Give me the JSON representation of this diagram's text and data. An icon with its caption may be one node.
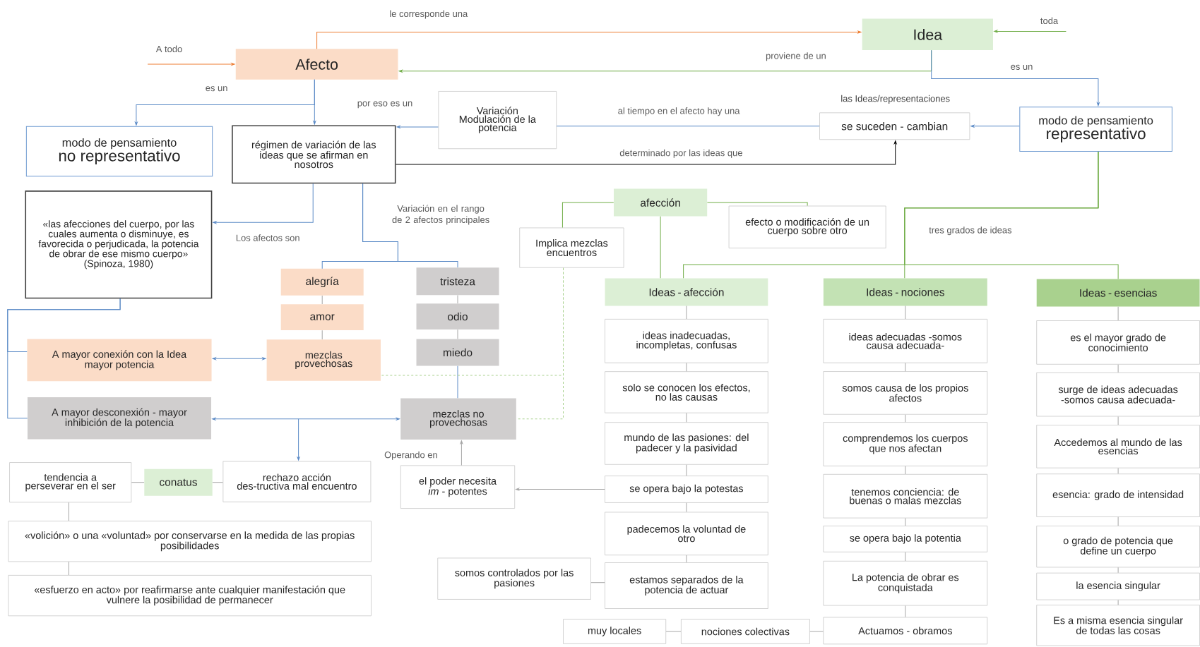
{
  "diagram": {
    "nodes": [
      {
        "text": [
          "Afecto"
        ]
      },
      {
        "text": [
          "Idea"
        ]
      },
      {
        "text": [
          "modo de pensamiento",
          "no representativo"
        ]
      },
      {
        "text": [
          "régimen de variación de las ideas que se afirman en nosotros"
        ]
      },
      {
        "text": [
          "Variación Modulación de la potencia"
        ]
      },
      {
        "text": [
          "se suceden - cambian"
        ],
        "beside": [
          "las Ideas/representaciones"
        ]
      },
      {
        "text": [
          "modo de pensamiento",
          "representativo"
        ]
      },
      {
        "text": [
          "«las afecciones del cuerpo, por las cuales aumenta o disminuye, es favorecida o perjudicada, la potencia de obrar de ese mismo cuerpo»",
          "(Spinoza, 1980)"
        ]
      },
      {
        "text": [
          "afección"
        ]
      },
      {
        "text": [
          "efecto o modificación de un cuerpo sobre otro"
        ]
      },
      {
        "text": [
          "Implica mezclas encuentros"
        ]
      },
      {
        "text": [
          "alegría"
        ]
      },
      {
        "text": [
          "amor"
        ]
      },
      {
        "text": [
          "mezclas provechosas"
        ]
      },
      {
        "text": [
          "tristeza"
        ]
      },
      {
        "text": [
          "odio"
        ]
      },
      {
        "text": [
          "miedo"
        ]
      },
      {
        "text": [
          "A mayor conexión con la Idea mayor potencia"
        ]
      },
      {
        "text": [
          "A mayor desconexión - mayor inhibición de la potencia"
        ]
      },
      {
        "text": [
          "mezclas no provechosas"
        ]
      },
      {
        "text": [
          "Ideas - afección"
        ]
      },
      {
        "text": [
          "Ideas - nociones"
        ]
      },
      {
        "text": [
          "Ideas - esencias"
        ]
      },
      {
        "text": [
          "ideas inadecuadas, incompletas, confusas"
        ]
      },
      {
        "text": [
          "solo se conocen los efectos, no las causas"
        ]
      },
      {
        "text": [
          "mundo de las pasiones: del padecer y la pasividad"
        ]
      },
      {
        "text": [
          "se opera bajo la potestas"
        ]
      },
      {
        "text": [
          "padecemos la voluntad de otro"
        ]
      },
      {
        "text": [
          "estamos separados de la potencia de actuar"
        ]
      },
      {
        "text": [
          "ideas adecuadas -somos causa adecuada-"
        ]
      },
      {
        "text": [
          "somos causa de los propios afectos"
        ]
      },
      {
        "text": [
          "comprendemos los cuerpos que nos afectan"
        ]
      },
      {
        "text": [
          "tenemos conciencia: de buenas o malas mezclas"
        ]
      },
      {
        "text": [
          "se opera bajo la potentia"
        ]
      },
      {
        "text": [
          "La potencia de obrar es conquistada"
        ]
      },
      {
        "text": [
          "Actuamos - obramos"
        ]
      },
      {
        "text": [
          "es el mayor grado de conocimiento"
        ]
      },
      {
        "text": [
          "surge de ideas adecuadas -somos causa adecuada-"
        ]
      },
      {
        "text": [
          "Accedemos al mundo de las esencias"
        ]
      },
      {
        "text": [
          "esencia: grado de intensidad"
        ]
      },
      {
        "text": [
          "o grado de potencia que define un cuerpo"
        ]
      },
      {
        "text": [
          "la esencia singular"
        ]
      },
      {
        "text": [
          "Es a misma esencia singular de todas las cosas"
        ]
      },
      {
        "text": [
          "somos controlados por las pasiones"
        ]
      },
      {
        "text": [
          "el poder necesita *im* - potentes"
        ]
      },
      {
        "text": [
          "muy locales"
        ]
      },
      {
        "text": [
          "nociones colectivas"
        ]
      },
      {
        "text": [
          "tendencia a perseverar en el ser"
        ]
      },
      {
        "text": [
          "conatus"
        ]
      },
      {
        "text": [
          "rechazo acción des-tructiva mal encuentro"
        ]
      },
      {
        "text": [
          "«volición» o una «voluntad» por conservarse en la medida de las propias posibilidades"
        ]
      },
      {
        "text": [
          "«esfuerzo en acto» por reafirmarse ante cualquier manifestación que vulnere la posibilidad de permanecer"
        ]
      }
    ],
    "edges": [
      {
        "from": 0,
        "to": 1,
        "arrow": "to",
        "label": "le corresponde una",
        "color": "#ed7d31"
      },
      {
        "from": null,
        "to": 0,
        "arrow": "to",
        "label": "A todo",
        "color": "#ed7d31"
      },
      {
        "from": null,
        "to": 1,
        "arrow": "to",
        "label": "toda",
        "color": "#70ad47"
      },
      {
        "from": 1,
        "to": 0,
        "arrow": "to",
        "label": "proviene de un",
        "color": "#70ad47"
      },
      {
        "from": 1,
        "to": 6,
        "arrow": "to",
        "label": "es un",
        "color": "#5b8ac6"
      },
      {
        "from": 0,
        "to": 2,
        "arrow": "to",
        "label": "es un",
        "color": "#5b8ac6"
      },
      {
        "from": 0,
        "to": 3,
        "arrow": "to",
        "color": "#5b8ac6"
      },
      {
        "from": 4,
        "to": 3,
        "arrow": "to",
        "label": "por eso es un",
        "color": "#5b8ac6"
      },
      {
        "from": 5,
        "to": 4,
        "arrow": "none",
        "label": "al tiempo en el afecto hay una",
        "color": "#5b8ac6"
      },
      {
        "from": 6,
        "to": 5,
        "arrow": "to",
        "color": "#5b8ac6"
      },
      {
        "from": 3,
        "to": 5,
        "arrow": "to",
        "label": "determinado por las ideas que",
        "color": "#000000"
      },
      {
        "from": 3,
        "to": 7,
        "arrow": "to",
        "label": "Los afectos son",
        "color": "#5b8ac6"
      },
      {
        "from": 3,
        "to": 11,
        "arrow": "none",
        "label": "Variación en el rango de 2 afectos principales",
        "color": "#5b8ac6"
      },
      {
        "from": 3,
        "to": 14,
        "arrow": "none",
        "color": "#5b8ac6"
      },
      {
        "from": 11,
        "to": 12,
        "arrow": "none"
      },
      {
        "from": 12,
        "to": 13,
        "arrow": "none"
      },
      {
        "from": 14,
        "to": 15,
        "arrow": "none"
      },
      {
        "from": 15,
        "to": 16,
        "arrow": "none"
      },
      {
        "from": 16,
        "to": 19,
        "arrow": "none",
        "color": "#5b8ac6"
      },
      {
        "from": 7,
        "to": 17,
        "arrow": "none",
        "color": "#5b8ac6"
      },
      {
        "from": 7,
        "to": 18,
        "arrow": "none",
        "color": "#5b8ac6"
      },
      {
        "from": 17,
        "to": 13,
        "arrow": "both",
        "color": "#5b8ac6"
      },
      {
        "from": 18,
        "to": 19,
        "arrow": "both",
        "color": "#5b8ac6"
      },
      {
        "from": null,
        "to": 49,
        "arrow": "to",
        "color": "#5b8ac6"
      },
      {
        "from": 47,
        "to": 48,
        "arrow": "none"
      },
      {
        "from": 48,
        "to": 49,
        "arrow": "none"
      },
      {
        "from": 47,
        "to": 50,
        "arrow": "none"
      },
      {
        "from": 50,
        "to": 51,
        "arrow": "none"
      },
      {
        "from": 44,
        "to": 19,
        "arrow": "to",
        "label": "Operando en"
      },
      {
        "from": 26,
        "to": 44,
        "arrow": "to"
      },
      {
        "from": 43,
        "to": 28,
        "arrow": "none"
      },
      {
        "from": 45,
        "to": 46,
        "arrow": "none"
      },
      {
        "from": 46,
        "to": 35,
        "arrow": "none"
      },
      {
        "from": 8,
        "to": 10,
        "arrow": "none",
        "color": "#70ad47"
      },
      {
        "from": 8,
        "to": 9,
        "arrow": "none",
        "color": "#70ad47"
      },
      {
        "from": 8,
        "to": 20,
        "arrow": "none",
        "color": "#70ad47"
      },
      {
        "from": 10,
        "to": 19,
        "arrow": "none",
        "style": "dashed",
        "color": "#a9d18e"
      },
      {
        "from": 10,
        "to": 13,
        "arrow": "none",
        "style": "dashed",
        "color": "#a9d18e"
      },
      {
        "from": 6,
        "to": 20,
        "arrow": "none",
        "label": "tres grados de ideas",
        "color": "#70ad47"
      },
      {
        "from": 6,
        "to": 21,
        "arrow": "none",
        "color": "#70ad47"
      },
      {
        "from": 6,
        "to": 22,
        "arrow": "none",
        "color": "#70ad47"
      },
      {
        "from": 20,
        "to": 23,
        "arrow": "none"
      },
      {
        "from": 23,
        "to": 24,
        "arrow": "none"
      },
      {
        "from": 24,
        "to": 25,
        "arrow": "none"
      },
      {
        "from": 25,
        "to": 26,
        "arrow": "none"
      },
      {
        "from": 26,
        "to": 27,
        "arrow": "none"
      },
      {
        "from": 27,
        "to": 28,
        "arrow": "none"
      },
      {
        "from": 21,
        "to": 29,
        "arrow": "none"
      },
      {
        "from": 29,
        "to": 30,
        "arrow": "none"
      },
      {
        "from": 30,
        "to": 31,
        "arrow": "none"
      },
      {
        "from": 31,
        "to": 32,
        "arrow": "none"
      },
      {
        "from": 32,
        "to": 33,
        "arrow": "none"
      },
      {
        "from": 33,
        "to": 34,
        "arrow": "none"
      },
      {
        "from": 34,
        "to": 35,
        "arrow": "none"
      },
      {
        "from": 22,
        "to": 36,
        "arrow": "none"
      },
      {
        "from": 36,
        "to": 37,
        "arrow": "none"
      },
      {
        "from": 37,
        "to": 38,
        "arrow": "none"
      },
      {
        "from": 38,
        "to": 39,
        "arrow": "none"
      },
      {
        "from": 39,
        "to": 40,
        "arrow": "none"
      },
      {
        "from": 40,
        "to": 41,
        "arrow": "none"
      },
      {
        "from": 41,
        "to": 42,
        "arrow": "none"
      }
    ]
  }
}
